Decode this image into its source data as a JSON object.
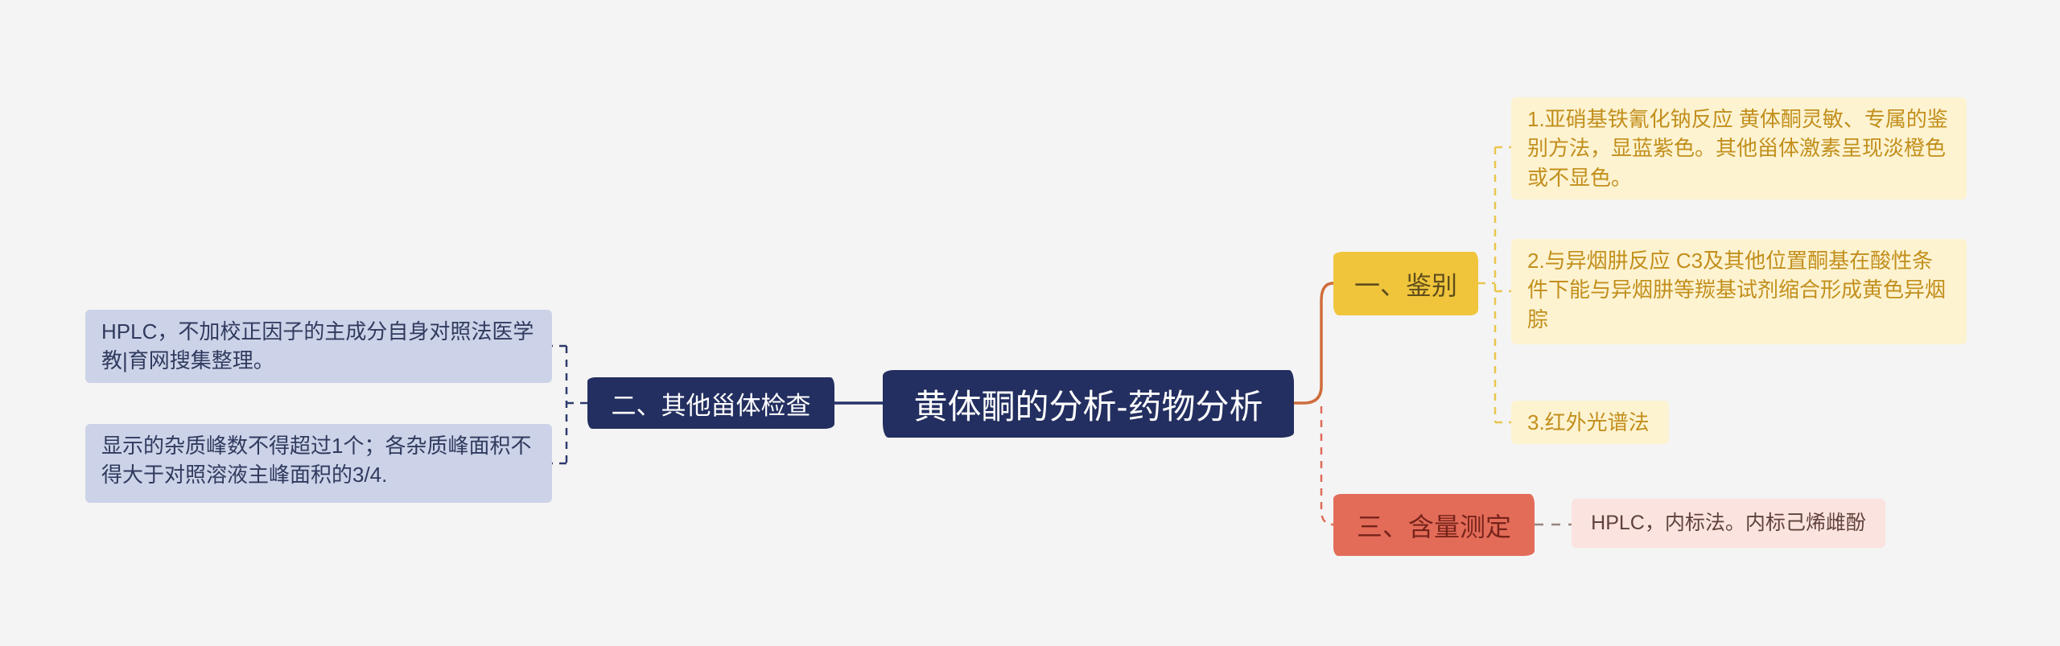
{
  "root": {
    "label": "黄体酮的分析-药物分析"
  },
  "left_branch": {
    "label": "二、其他甾体检查",
    "notes": [
      {
        "text": "HPLC，不加校正因子的主成分自身对照法医学教|育网搜集整理。"
      },
      {
        "text": "显示的杂质峰数不得超过1个；各杂质峰面积不得大于对照溶液主峰面积的3/4."
      }
    ]
  },
  "identification_branch": {
    "label": "一、鉴别",
    "notes": [
      {
        "text": "1.亚硝基铁氰化钠反应 黄体酮灵敏、专属的鉴别方法，显蓝紫色。其他甾体激素呈现淡橙色或不显色。"
      },
      {
        "text": "2.与异烟肼反应 C3及其他位置酮基在酸性条件下能与异烟肼等羰基试剂缩合形成黄色异烟腙"
      },
      {
        "text": "3.红外光谱法"
      }
    ]
  },
  "assay_branch": {
    "label": "三、含量测定",
    "notes": [
      {
        "text": "HPLC，内标法。内标己烯雌酚"
      }
    ]
  },
  "colors": {
    "background": "#f4f4f4",
    "root_node_bg": "#232f60",
    "root_node_text": "#ffffff",
    "left_note_bg": "#ccd3e8",
    "left_note_text": "#303a5e",
    "identification_bg": "#f0c53c",
    "identification_text": "#5f4e1c",
    "identification_note_bg": "#fdf3d1",
    "identification_note_text": "#c28f1c",
    "assay_bg": "#e36c59",
    "assay_text": "#78241b",
    "assay_note_bg": "#fbe3df",
    "assay_note_text": "#5f423b",
    "connector_navy": "#2e3a6e",
    "connector_orange": "#cf6d3c",
    "connector_salmon": "#df6b58",
    "connector_yellow": "#e9c64d",
    "connector_gray": "#97867f"
  }
}
